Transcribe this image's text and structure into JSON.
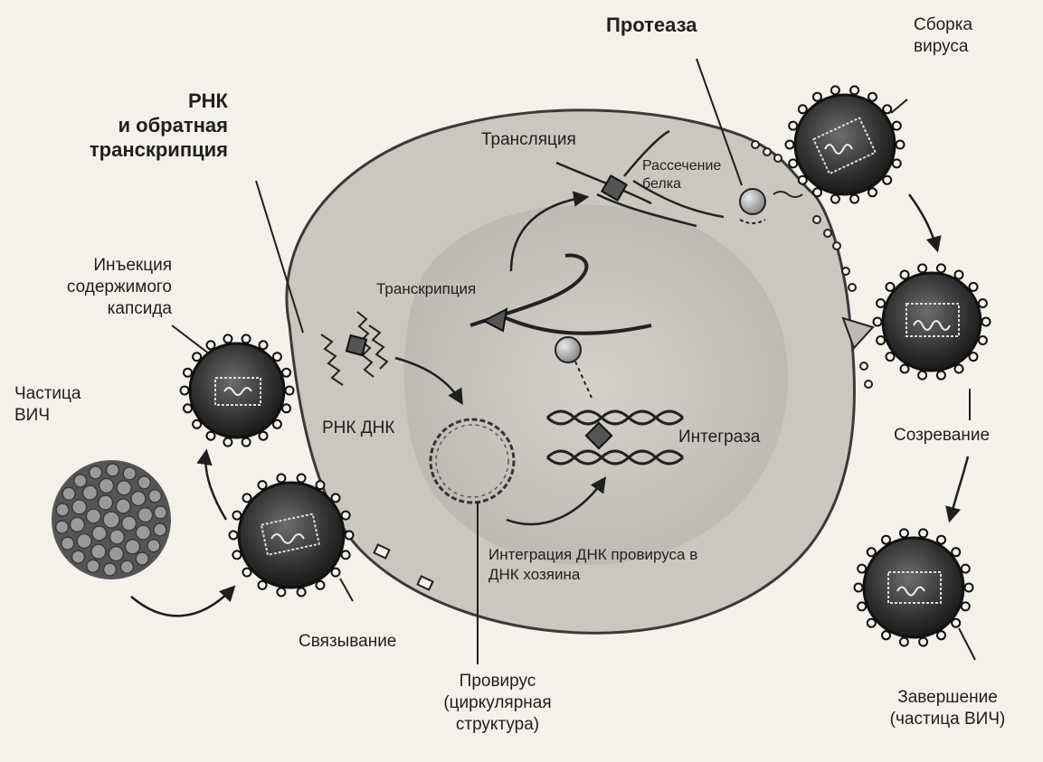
{
  "labels": {
    "rna_rt": [
      "РНК",
      "и обратная",
      "транскрипция"
    ],
    "protease": "Протеаза",
    "assembly": [
      "Сборка",
      "вируса"
    ],
    "translation": "Трансляция",
    "cleavage": [
      "Рассечение",
      "белка"
    ],
    "injection": [
      "Инъекция",
      "содержимого",
      "капсида"
    ],
    "transcription": "Транскрипция",
    "hiv_particle": [
      "Частица",
      "ВИЧ"
    ],
    "rna_dna": "РНК ДНК",
    "integrase": "Интеграза",
    "maturation": "Созревание",
    "integration": [
      "Интеграция ДНК провируса в",
      "ДНК хозяина"
    ],
    "binding": "Связывание",
    "completion": [
      "Завершение",
      "(частица ВИЧ)"
    ],
    "provirus": [
      "Провирус",
      "(циркулярная",
      "структура)"
    ]
  }
}
